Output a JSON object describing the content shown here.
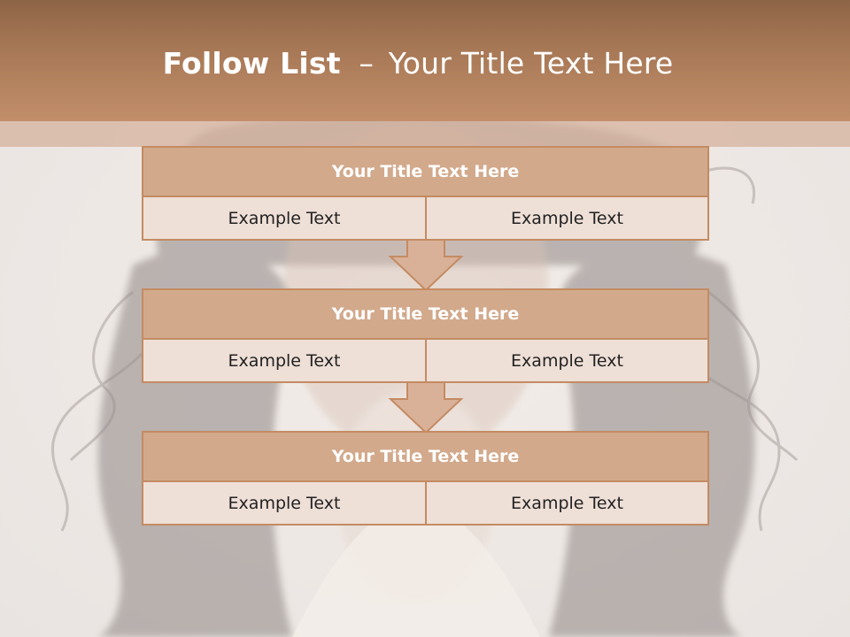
{
  "slide": {
    "title_bold": "Follow List",
    "title_sep": "–",
    "title_rest": "Your Title Text Here"
  },
  "blocks": [
    {
      "title": "Your Title Text Here",
      "left": "Example Text",
      "right": "Example Text"
    },
    {
      "title": "Your Title Text Here",
      "left": "Example Text",
      "right": "Example Text"
    },
    {
      "title": "Your Title Text Here",
      "left": "Example Text",
      "right": "Example Text"
    }
  ],
  "colors": {
    "header": "#a77856",
    "block_title_fill": "#d2a98b",
    "block_border": "#c48b63",
    "cell_fill": "#eedfd7",
    "arrow_fill": "#d9b198"
  }
}
